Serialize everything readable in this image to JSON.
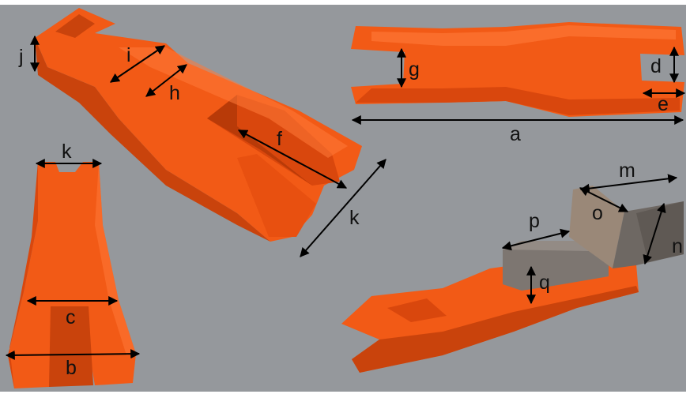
{
  "colors": {
    "background": "#95989c",
    "part_orange": "#f25a16",
    "part_orange_dark": "#c9430c",
    "part_orange_light": "#ff7a3a",
    "block_gray": "#7d7671",
    "block_gray_dark": "#5f5954",
    "block_tan": "#9a8878",
    "arrow": "#000000"
  },
  "labels": {
    "a": "a",
    "b": "b",
    "c": "c",
    "d": "d",
    "e": "e",
    "f": "f",
    "g": "g",
    "h": "h",
    "i": "i",
    "j": "j",
    "k_top": "k",
    "k_side": "k",
    "m": "m",
    "n": "n",
    "o": "o",
    "p": "p",
    "q": "q"
  }
}
